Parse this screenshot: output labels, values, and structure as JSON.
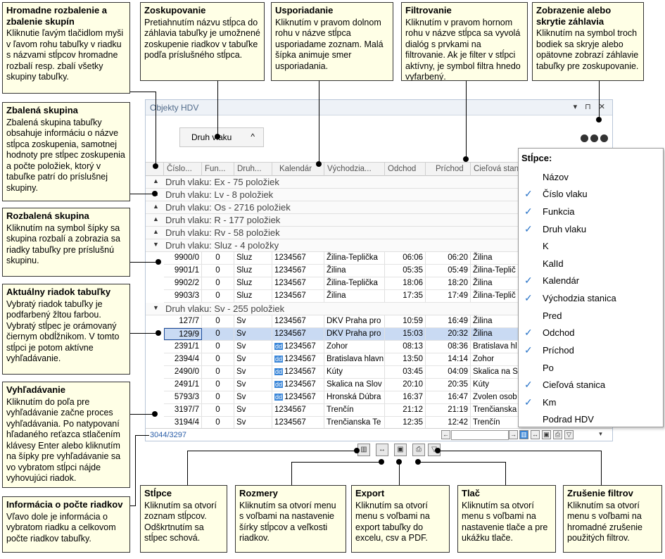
{
  "callouts": {
    "expand_collapse": {
      "title": "Hromadne rozbalenie a zbalenie skupín",
      "text": "Kliknutie ľavým tlačidlom myši v ľavom rohu tabuľky v riadku s názvami stĺpcov hromadne rozbalí resp. zbalí všetky skupiny tabuľky."
    },
    "grouping": {
      "title": "Zoskupovanie",
      "text": "Pretiahnutím názvu stĺpca do záhlavia tabuľky je umožnené zoskupenie riadkov v tabuľke podľa príslušného stĺpca."
    },
    "sorting": {
      "title": "Usporiadanie",
      "text": "Kliknutím v pravom dolnom rohu v názve stĺpca usporiadame zoznam. Malá šípka animuje smer usporiadania."
    },
    "filtering": {
      "title": "Filtrovanie",
      "text": "Kliknutím v pravom hornom rohu v názve stĺpca sa vyvolá dialóg s prvkami na filtrovanie. Ak je filter v stĺpci aktívny, je symbol filtra hnedo vyfarbený."
    },
    "header_toggle": {
      "title": "Zobrazenie alebo skrytie záhlavia",
      "text": "Kliknutím na symbol troch bodiek sa skryje alebo opätovne zobrazí záhlavie tabuľky pre zoskupovanie."
    },
    "collapsed_group": {
      "title": "Zbalená skupina",
      "text": "Zbalená skupina tabuľky obsahuje informáciu o názve stĺpca zoskupenia, samotnej hodnoty pre stĺpec zoskupenia a počte položiek, ktorý v tabuľke patrí do príslušnej skupiny."
    },
    "expanded_group": {
      "title": "Rozbalená skupina",
      "text": "Kliknutím na symbol šípky sa skupina rozbalí a zobrazia sa riadky tabuľky pre príslušnú skupinu."
    },
    "current_row": {
      "title": "Aktuálny riadok tabuľky",
      "text": "Vybratý riadok tabuľky je podfarbený žltou farbou. Vybratý stĺpec je orámovaný čiernym obdĺžnikom. V tomto stĺpci je potom aktívne vyhľadávanie."
    },
    "search": {
      "title": "Vyhľadávanie",
      "text": "Kliknutím do poľa pre vyhľadávanie začne proces vyhľadávania. Po natypovaní hľadaného reťazca stlačením klávesy Enter alebo kliknutím na šípky pre vyhľadávanie sa vo vybratom stĺpci nájde vyhovujúci riadok."
    },
    "row_count": {
      "title": "Informácia o počte riadkov",
      "text": "Vľavo dole je informácia o vybratom riadku a celkovom počte riadkov tabuľky."
    },
    "columns": {
      "title": "Stĺpce",
      "text": "Kliknutím sa otvorí zoznam stĺpcov. Odškrtnutím sa stĺpec schová."
    },
    "sizes": {
      "title": "Rozmery",
      "text": "Kliknutím sa otvorí menu s voľbami na nastavenie šírky stĺpcov a veľkosti riadkov."
    },
    "export": {
      "title": "Export",
      "text": "Kliknutím sa otvorí menu s voľbami na export tabuľky do excelu, csv a PDF."
    },
    "print": {
      "title": "Tlač",
      "text": "Kliknutím sa otvorí menu s voľbami na nastavenie tlače a pre ukážku tlače."
    },
    "clear_filters": {
      "title": "Zrušenie filtrov",
      "text": "Kliknutím sa otvorí menu s voľbami na hromadné zrušenie použitých filtrov."
    }
  },
  "window": {
    "title": "Objekty HDV",
    "controls": "▾ ⊓ ✕",
    "group_chip": "Druh vlaku",
    "group_chip_arrow": "^"
  },
  "columns": [
    "Číslo...",
    "Fun...",
    "Druh...",
    "Kalendár",
    "Východzia...",
    "Odchod",
    "Príchod",
    "Cieľová stan"
  ],
  "groups_collapsed": [
    "Druh vlaku: Ex - 75 položiek",
    "Druh vlaku: Lv - 8 položiek",
    "Druh vlaku: Os - 2716 položiek",
    "Druh vlaku: R - 177 položiek",
    "Druh vlaku: Rv - 58 položiek"
  ],
  "group_sluz": "Druh vlaku: Sluz - 4 položky",
  "group_sv": "Druh vlaku: Sv - 255 položiek",
  "rows_sluz": [
    [
      "9900/0",
      "0",
      "Sluz",
      "1234567",
      "Žilina-Teplička",
      "06:06",
      "06:20",
      "Žilina"
    ],
    [
      "9901/1",
      "0",
      "Sluz",
      "1234567",
      "Žilina",
      "05:35",
      "05:49",
      "Žilina-Teplič"
    ],
    [
      "9902/2",
      "0",
      "Sluz",
      "1234567",
      "Žilina-Teplička",
      "18:06",
      "18:20",
      "Žilina"
    ],
    [
      "9903/3",
      "0",
      "Sluz",
      "1234567",
      "Žilina",
      "17:35",
      "17:49",
      "Žilina-Teplič"
    ]
  ],
  "rows_sv": [
    [
      "127/7",
      "0",
      "Sv",
      "1234567",
      "DKV Praha pro",
      "10:59",
      "16:49",
      "Žilina"
    ],
    [
      "129/9",
      "0",
      "Sv",
      "1234567",
      "DKV Praha pro",
      "15:03",
      "20:32",
      "Žilina"
    ],
    [
      "2391/1",
      "0",
      "Sv",
      "1234567",
      "Zohor",
      "08:13",
      "08:36",
      "Bratislava hl"
    ],
    [
      "2394/4",
      "0",
      "Sv",
      "1234567",
      "Bratislava hlavn",
      "13:50",
      "14:14",
      "Zohor"
    ],
    [
      "2490/0",
      "0",
      "Sv",
      "1234567",
      "Kúty",
      "03:45",
      "04:09",
      "Skalica na S"
    ],
    [
      "2491/1",
      "0",
      "Sv",
      "1234567",
      "Skalica na Slov",
      "20:10",
      "20:35",
      "Kúty"
    ],
    [
      "5793/3",
      "0",
      "Sv",
      "1234567",
      "Hronská Dúbra",
      "16:37",
      "16:47",
      "Zvolen osob"
    ],
    [
      "3197/7",
      "0",
      "Sv",
      "1234567",
      "Trenčín",
      "21:12",
      "21:19",
      "Trenčianska"
    ],
    [
      "3194/4",
      "0",
      "Sv",
      "1234567",
      "Trenčianska Te",
      "12:35",
      "12:42",
      "Trenčín"
    ]
  ],
  "tag_label": "dd",
  "status": {
    "row_info": "3044/3297"
  },
  "column_panel": {
    "title": "Stĺpce:",
    "items": [
      {
        "label": "Názov",
        "checked": false
      },
      {
        "label": "Číslo vlaku",
        "checked": true
      },
      {
        "label": "Funkcia",
        "checked": true
      },
      {
        "label": "Druh vlaku",
        "checked": true
      },
      {
        "label": "K",
        "checked": false
      },
      {
        "label": "KalId",
        "checked": false
      },
      {
        "label": "Kalendár",
        "checked": true
      },
      {
        "label": "Východzia stanica",
        "checked": true
      },
      {
        "label": "Pred",
        "checked": false
      },
      {
        "label": "Odchod",
        "checked": true
      },
      {
        "label": "Príchod",
        "checked": true
      },
      {
        "label": "Po",
        "checked": false
      },
      {
        "label": "Cieľová stanica",
        "checked": true
      },
      {
        "label": "Km",
        "checked": true
      },
      {
        "label": "Podrad HDV",
        "checked": false
      }
    ]
  },
  "colors": {
    "selected_row": "#c9daf3",
    "callout_bg": "#ffffe6",
    "tag": "#3a86d8"
  }
}
